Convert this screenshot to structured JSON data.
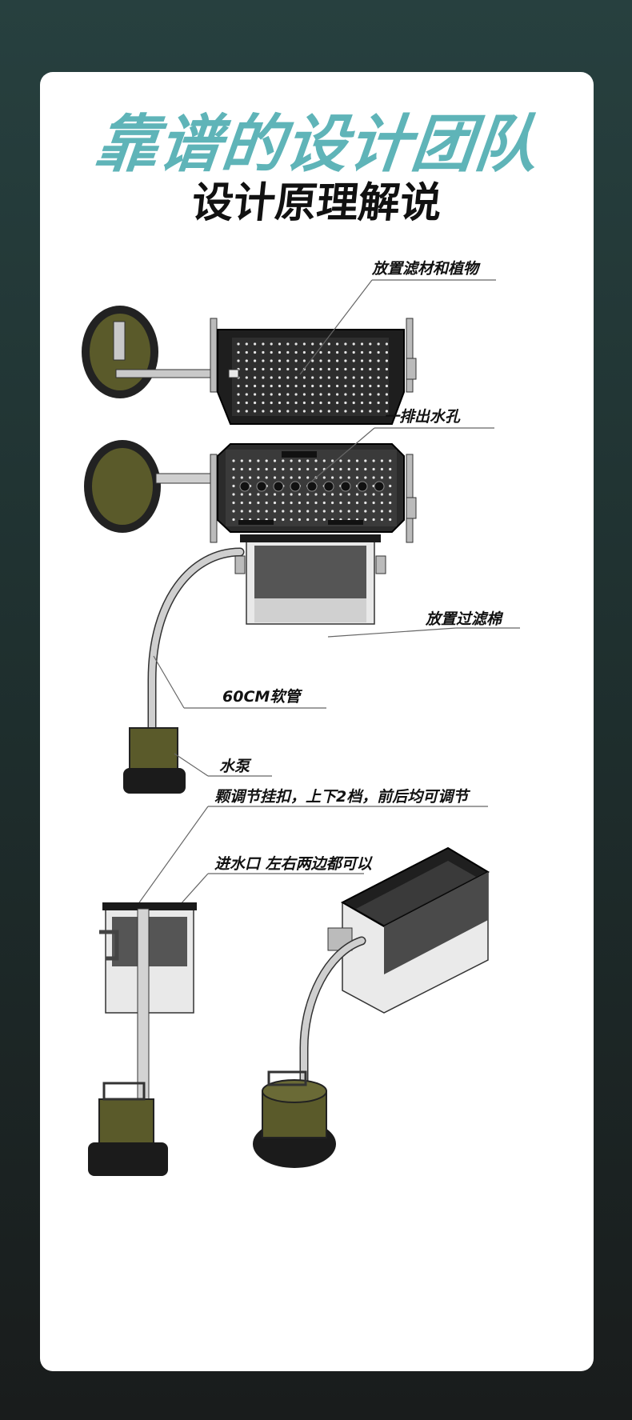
{
  "header": {
    "title": "靠谱的设计团队",
    "subtitle": "设计原理解说"
  },
  "callouts": {
    "filter_media": "放置滤材和植物",
    "outlet_holes": "一排出水孔",
    "filter_cotton": "放置过滤棉",
    "hose": "60CM软管",
    "pump": "水泵",
    "hook": "颗调节挂扣，上下2档，前后均可调节",
    "inlet": "进水口 左右两边都可以"
  },
  "colors": {
    "accent": "#5fb4b8",
    "pump_olive": "#5a5a2a",
    "tank_dark": "#2a2a2a"
  }
}
